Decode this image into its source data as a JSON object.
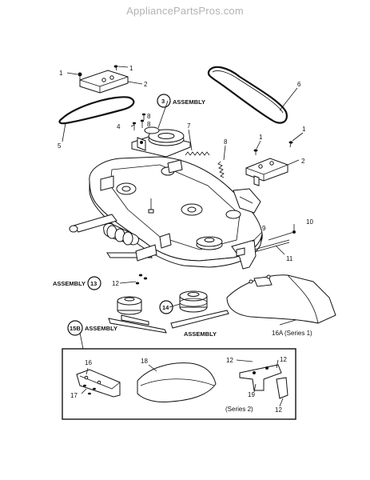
{
  "watermark": "AppliancePartsPros.com",
  "labels": {
    "l1a": "1",
    "l1b": "1",
    "l2a": "2",
    "l5": "5",
    "l6": "6",
    "l3": "3",
    "assembly_3": "ASSEMBLY",
    "l4": "4",
    "l8a": "8",
    "l8b": "8",
    "l7": "7",
    "l8c": "8",
    "l1c": "1",
    "l1d": "1",
    "l2b": "2",
    "l10": "10",
    "l9": "9",
    "l11": "11",
    "assembly_13": "ASSEMBLY",
    "l13": "13",
    "l12a": "12",
    "l14": "14",
    "assembly_14": "ASSEMBLY",
    "l16a": "16A (Series 1)",
    "l15b": "15B",
    "assembly_15b": "ASSEMBLY",
    "l16": "16",
    "l17": "17",
    "l18": "18",
    "l12b": "12",
    "l12c": "12",
    "l12d": "12",
    "l19": "19",
    "series2": "(Series 2)"
  }
}
